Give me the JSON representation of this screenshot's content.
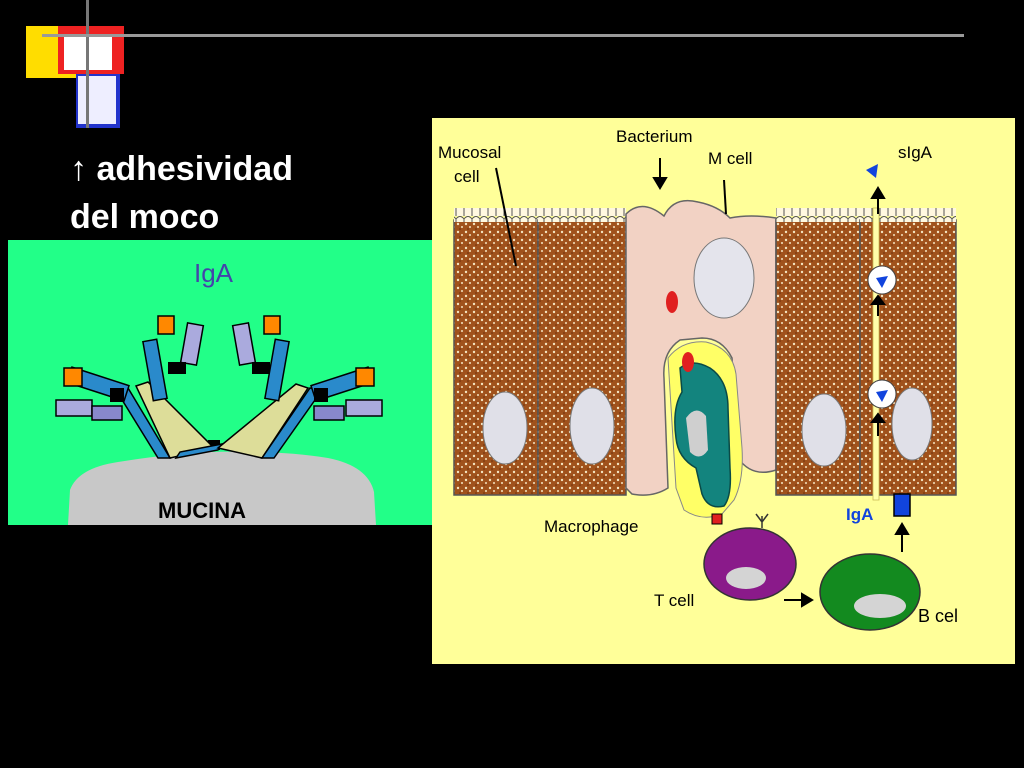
{
  "slide": {
    "title_line1": "↑ adhesividad",
    "title_line2": "del moco"
  },
  "iga_panel": {
    "iga_label": "IgA",
    "mucina_label": "MUCINA",
    "background_color": "#22ff88"
  },
  "cell_panel": {
    "background_color": "#ffff99",
    "labels": {
      "mucosal_line1": "Mucosal",
      "mucosal_line2": "cell",
      "bacterium": "Bacterium",
      "m_cell": "M cell",
      "siga": "sIgA",
      "macrophage": "Macrophage",
      "iga": "IgA",
      "t_cell": "T cell",
      "b_cell": "B cel"
    }
  }
}
